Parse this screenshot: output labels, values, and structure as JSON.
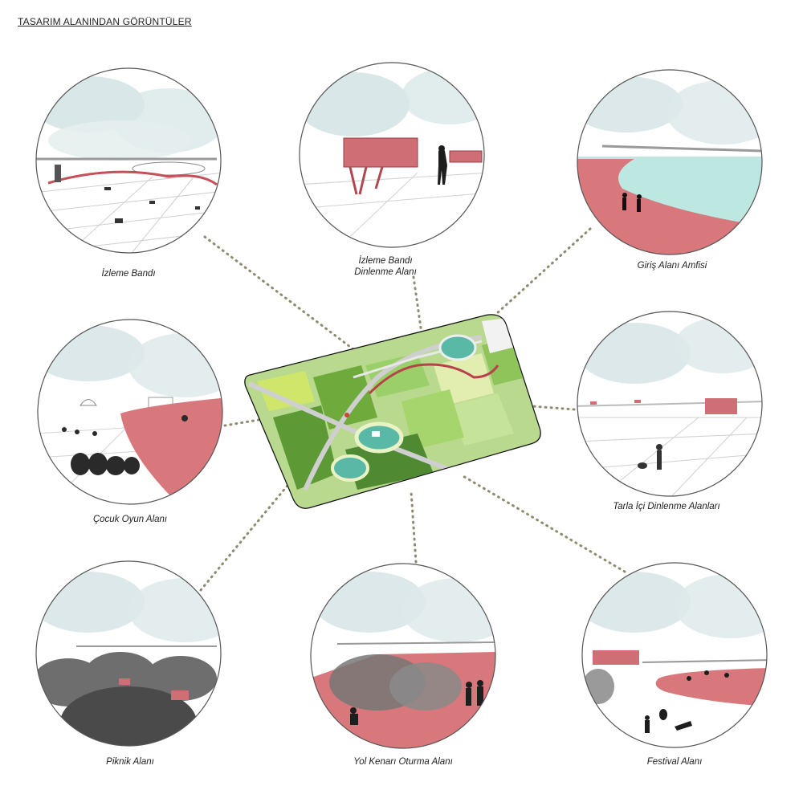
{
  "page": {
    "title": "TASARIM ALANINDAN GÖRÜNTÜLER"
  },
  "views": [
    {
      "id": "izleme-bandi",
      "caption_lines": [
        "İzleme Bandı"
      ]
    },
    {
      "id": "izleme-bandi-dinlenme",
      "caption_lines": [
        "İzleme Bandı",
        "Dinlenme Alanı"
      ]
    },
    {
      "id": "giris-alani-amfisi",
      "caption_lines": [
        "Giriş Alanı Amfisi"
      ]
    },
    {
      "id": "cocuk-oyun-alani",
      "caption_lines": [
        "Çocuk Oyun Alanı"
      ]
    },
    {
      "id": "tarla-ici-dinlenme",
      "caption_lines": [
        "Tarla İçi Dinlenme Alanları"
      ]
    },
    {
      "id": "piknik-alani",
      "caption_lines": [
        "Piknik Alanı"
      ]
    },
    {
      "id": "yol-kenari-oturma",
      "caption_lines": [
        "Yol Kenarı Oturma Alanı"
      ]
    },
    {
      "id": "festival-alani",
      "caption_lines": [
        "Festival Alanı"
      ]
    }
  ],
  "colors": {
    "accent_red": "#d9787c",
    "pond": "#b9e6df",
    "field_green": "#8fc45a",
    "dark_green": "#4f8a33",
    "connector": "#8d8a6e",
    "outline": "#444444"
  }
}
